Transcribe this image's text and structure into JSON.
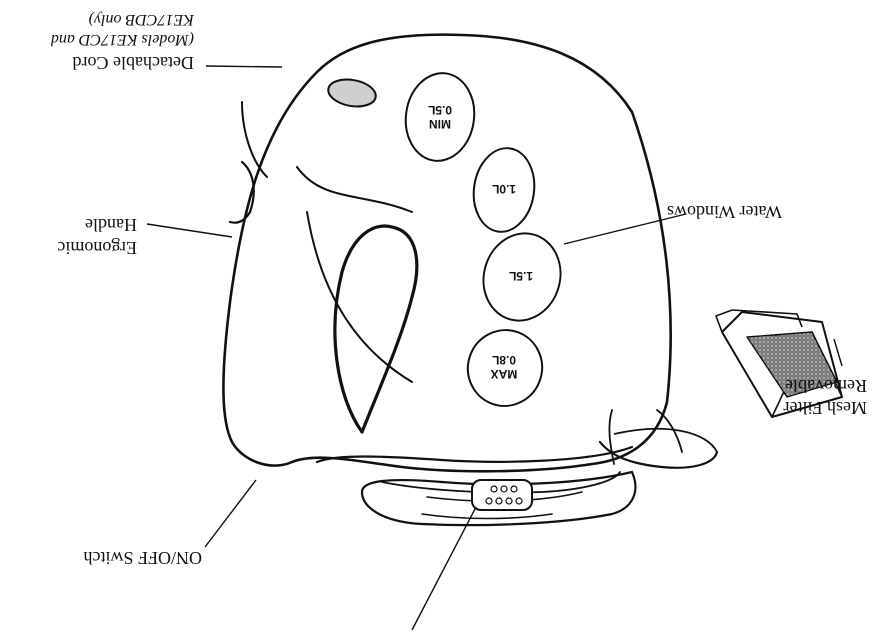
{
  "colors": {
    "line": "#111111",
    "mesh": "#9a9a9a",
    "indicator": "#cfcfcf",
    "background": "#ffffff"
  },
  "labels": {
    "detachable_cord": {
      "line1": "Detachable Cord",
      "line2": "(Models KE17CD and",
      "line3": "KE17CDB only)"
    },
    "water_windows": "Water Windows",
    "ergonomic_handle": {
      "line1": "Ergonomic",
      "line2": "Handle"
    },
    "removable_mesh_filter": {
      "line1": "Removable",
      "line2": "Mesh Filter"
    },
    "on_off_switch": "ON/OFF Switch"
  },
  "water_window_marks": [
    {
      "line1": "MIN",
      "line2": "0.5L"
    },
    {
      "line1": "1.0L",
      "line2": ""
    },
    {
      "line1": "1.5L",
      "line2": ""
    },
    {
      "line1": "MAX",
      "line2": "0.8L"
    }
  ],
  "icons": [
    "kettle-body",
    "mesh-filter-icon",
    "on-off-switch-icon",
    "cord-indicator-light"
  ]
}
